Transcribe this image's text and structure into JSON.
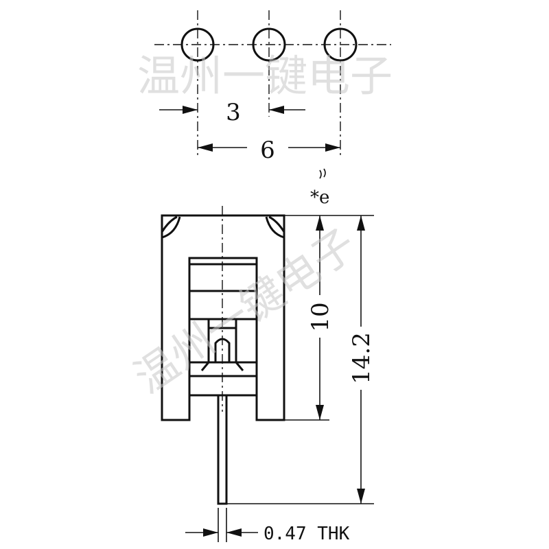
{
  "dimensions": {
    "pitch": "3",
    "span": "6",
    "body_height": "10",
    "total_height": "14.2",
    "thickness": "0.47 THK"
  },
  "note_mark": "*e",
  "watermark": "温州一键电子",
  "colors": {
    "line": "#111111",
    "watermark": "#c8c8c8",
    "background": "#ffffff"
  }
}
